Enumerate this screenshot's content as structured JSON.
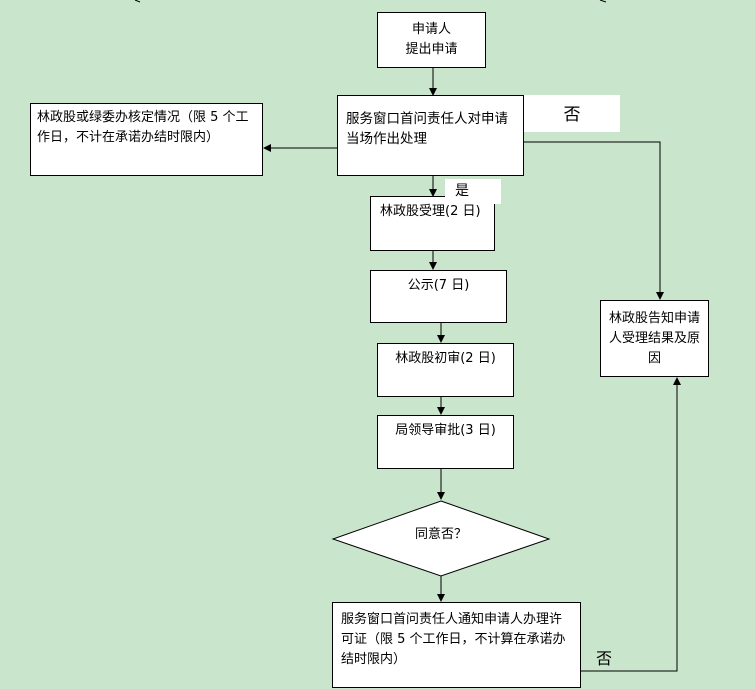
{
  "nodes": {
    "apply": [
      "申请人",
      "提出申请"
    ],
    "first_responsible": "服务窗口首问责任人对申请当场作出处理",
    "verify": "林政股或绿委办核定情况（限 5 个工作日，不计在承诺办结时限内）",
    "accept": "林政股受理(2 日)",
    "publicity": "公示(7 日)",
    "initial_review": "林政股初审(2 日)",
    "bureau_approval": "局领导审批(3 日)",
    "decision": "同意否？",
    "notify_permit": "服务窗口首问责任人通知申请人办理许可证（限 5 个工作日，不计算在承诺办结时限内）",
    "notify_result": "林政股告知申请人受理结果及原因"
  },
  "labels": {
    "no_top": "否",
    "yes": "是",
    "no_bottom": "否"
  }
}
